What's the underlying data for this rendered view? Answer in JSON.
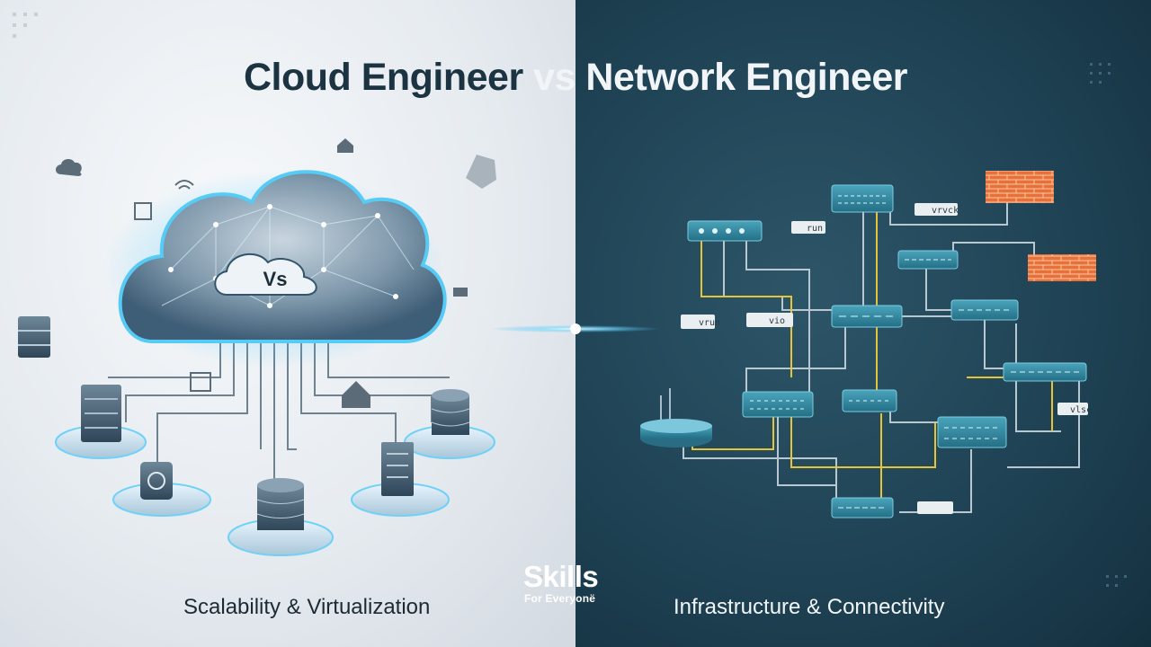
{
  "title_left": "Cloud Engineer",
  "title_right": "vs Network Engineer",
  "cloud_badge": "Vs",
  "caption_left": "Scalability & Virtualization",
  "caption_right": "Infrastructure & Connectivity",
  "brand": {
    "name": "Skills",
    "tagline": "For Everyonë"
  },
  "device_labels": [
    "vrvck",
    "run",
    "vrun",
    "vio",
    "vlsc"
  ],
  "colors": {
    "left_bg": "#e6ebf0",
    "right_bg": "#1f4355",
    "accent_glow": "#3fc2f5",
    "wire_yellow": "#e6c43a",
    "firewall_brick": "#e8713a",
    "switch_teal": "#2f8ba3"
  },
  "icons": [
    "cloud-icon",
    "wifi-icon",
    "home-icon",
    "box-icon",
    "cube-icon",
    "server-rack-icon",
    "database-icon",
    "firewall-icon",
    "router-icon",
    "switch-icon"
  ]
}
